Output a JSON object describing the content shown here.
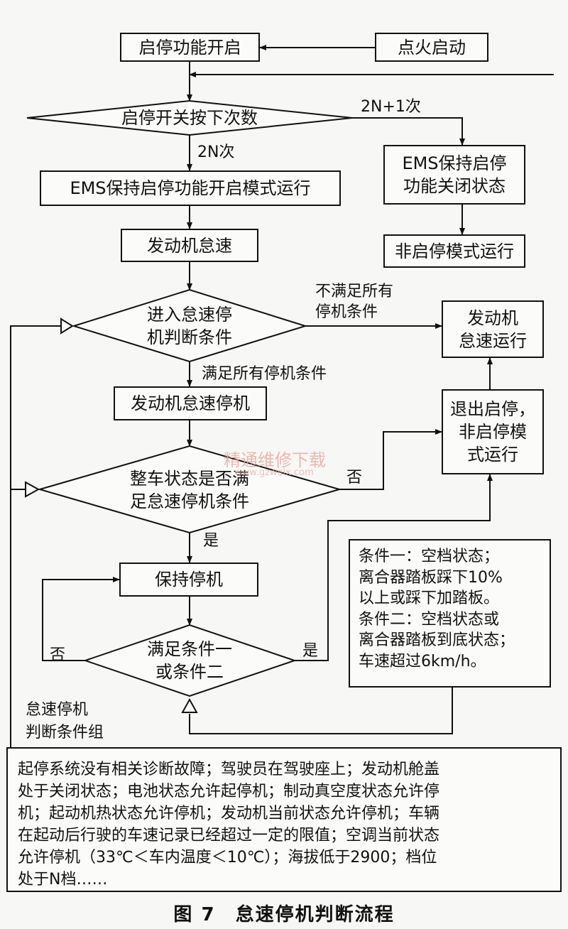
{
  "nodes": {
    "start_stop_on": "启停功能开启",
    "ignition": "点火启动",
    "switch_count": "启停开关按下次数",
    "ems_keep_closed": "EMS保持启停\n功能关闭状态",
    "ems_keep_on": "EMS保持启停功能开启模式运行",
    "non_start_stop_mode": "非启停模式运行",
    "engine_idle": "发动机怠速",
    "enter_idle_stop_condition": "进入怠速停\n机判断条件",
    "engine_idle_running": "发动机\n怠速运行",
    "engine_idle_stop": "发动机怠速停机",
    "exit_start_stop": "退出启停，\n非启停模\n式运行",
    "vehicle_state_check": "整车状态是否满\n足怠速停机条件",
    "keep_stopped": "保持停机",
    "meet_cond_1_or_2": "满足条件一\n或条件二"
  },
  "labels": {
    "odd_count": "2N+1次",
    "even_count": "2N次",
    "not_all_conditions": "不满足所有\n停机条件",
    "all_conditions": "满足所有停机条件",
    "no_1": "否",
    "yes_1": "是",
    "no_2": "否",
    "yes_2": "是",
    "condition_group": "怠速停机\n判断条件组"
  },
  "conditions_box": "条件一：空档状态；\n离合器踏板踩下10%\n以上或踩下加踏板。\n条件二：空档状态或\n离合器踏板到底状态；\n车速超过6km/h。",
  "condition_group_text": "起停系统没有相关诊断故障；驾驶员在驾驶座上；发动机舱盖\n处于关闭状态；电池状态允许起停机；制动真空度状态允许停\n机；起动机热状态允许停机；发动机当前状态允许停机；车辆\n在起动后行驶的车速记录已经超过一定的限值；空调当前状态\n允许停机（33℃＜车内温度＜10℃）；海拔低于2900；档位\n处于N档……",
  "caption": "图 7　怠速停机判断流程",
  "watermark": {
    "text": "精通维修下载",
    "url": "www.gzweix.com"
  }
}
